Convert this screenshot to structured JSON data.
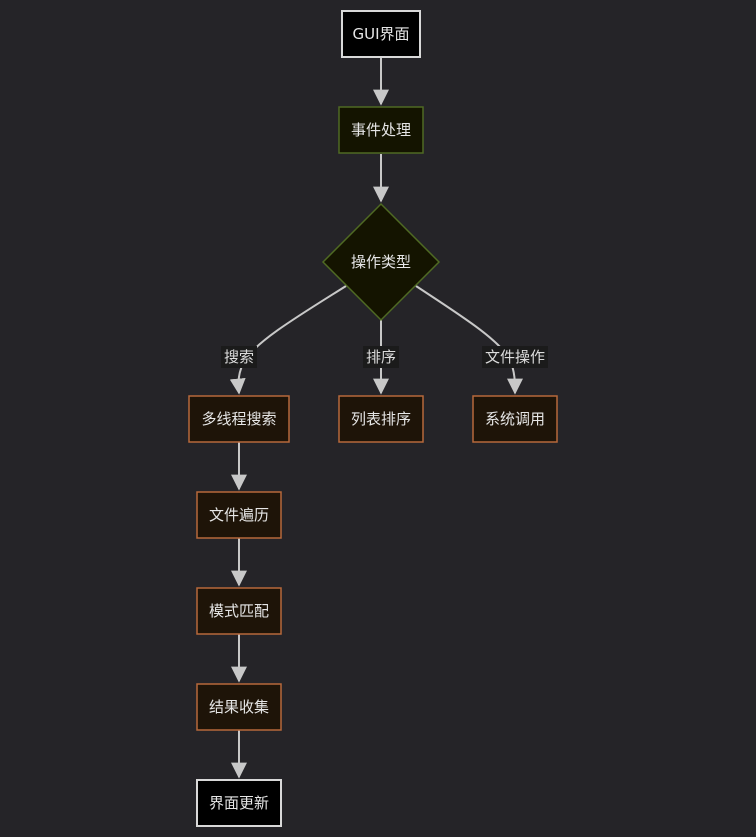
{
  "diagram": {
    "nodes": {
      "gui": "GUI界面",
      "event": "事件处理",
      "optype": "操作类型",
      "mt_search": "多线程搜索",
      "list_sort": "列表排序",
      "sys_call": "系统调用",
      "traverse": "文件遍历",
      "match": "模式匹配",
      "collect": "结果收集",
      "update": "界面更新"
    },
    "edge_labels": {
      "search": "搜索",
      "sort": "排序",
      "file_op": "文件操作"
    },
    "colors": {
      "background": "#252428",
      "edge": "#c8c8c8",
      "terminal_fill": "#000000",
      "terminal_stroke": "#d9d9d9",
      "process_fill": "#141400",
      "process_stroke": "#4f6a23",
      "task_fill": "#1e1408",
      "task_stroke": "#b7683a",
      "label_bg": "#1b1b1b"
    }
  }
}
